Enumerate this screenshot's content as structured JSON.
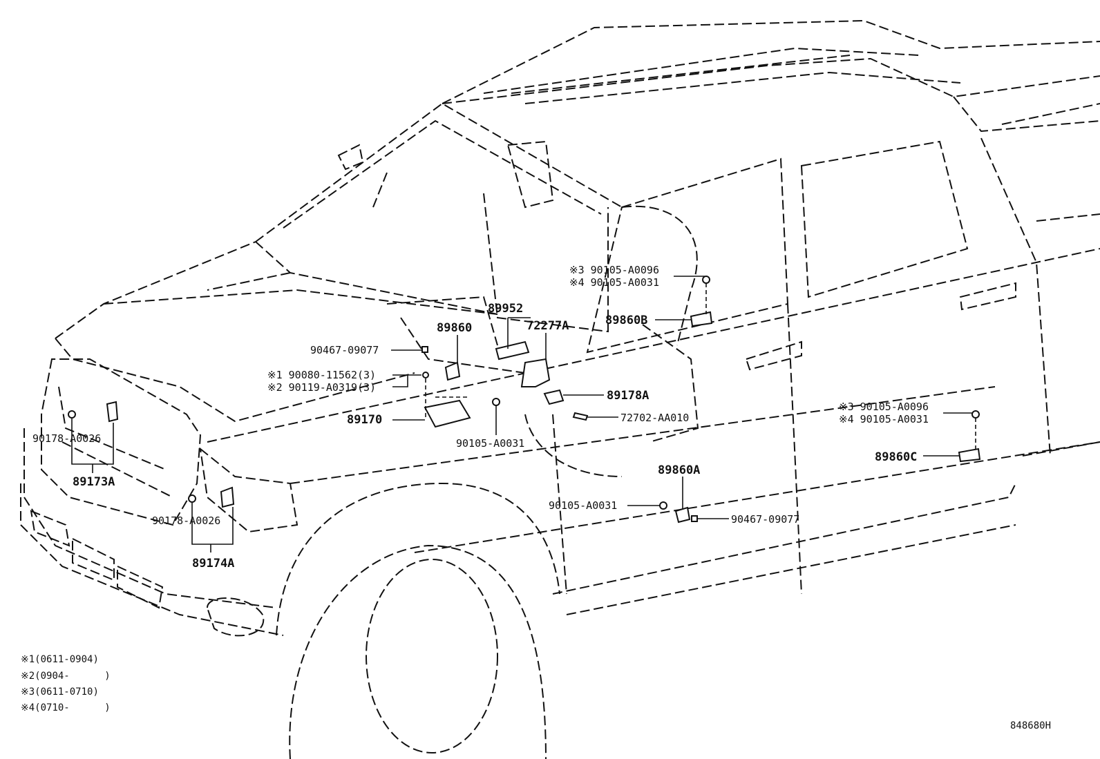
{
  "callouts": [
    {
      "id": "89952",
      "text": "89952"
    },
    {
      "id": "89860",
      "text": "89860"
    },
    {
      "id": "72277A",
      "text": "72277A"
    },
    {
      "id": "90467-09077-a",
      "text": "90467-09077"
    },
    {
      "id": "note1-90080",
      "text": "※1 90080-11562(3)"
    },
    {
      "id": "note2-90119",
      "text": "※2 90119-A0319(3)"
    },
    {
      "id": "89170",
      "text": "89170"
    },
    {
      "id": "90105-A0031-a",
      "text": "90105-A0031"
    },
    {
      "id": "89178A",
      "text": "89178A"
    },
    {
      "id": "72702-AA010",
      "text": "72702-AA010"
    },
    {
      "id": "note3-90105-A0096-a",
      "text": "※3 90105-A0096"
    },
    {
      "id": "note4-90105-A0031-a",
      "text": "※4 90105-A0031"
    },
    {
      "id": "89860B",
      "text": "89860B"
    },
    {
      "id": "note3-90105-A0096-b",
      "text": "※3 90105-A0096"
    },
    {
      "id": "note4-90105-A0031-b",
      "text": "※4 90105-A0031"
    },
    {
      "id": "89860C",
      "text": "89860C"
    },
    {
      "id": "89860A",
      "text": "89860A"
    },
    {
      "id": "90105-A0031-b",
      "text": "90105-A0031"
    },
    {
      "id": "90467-09077-b",
      "text": "90467-09077"
    },
    {
      "id": "90178-A0026-a",
      "text": "90178-A0026"
    },
    {
      "id": "89173A",
      "text": "89173A"
    },
    {
      "id": "90178-A0026-b",
      "text": "90178-A0026"
    },
    {
      "id": "89174A",
      "text": "89174A"
    }
  ],
  "notes": [
    "※1(0611-0904)",
    "※2(0904-      )",
    "※3(0611-0710)",
    "※4(0710-      )"
  ],
  "figure_code": "848680H"
}
